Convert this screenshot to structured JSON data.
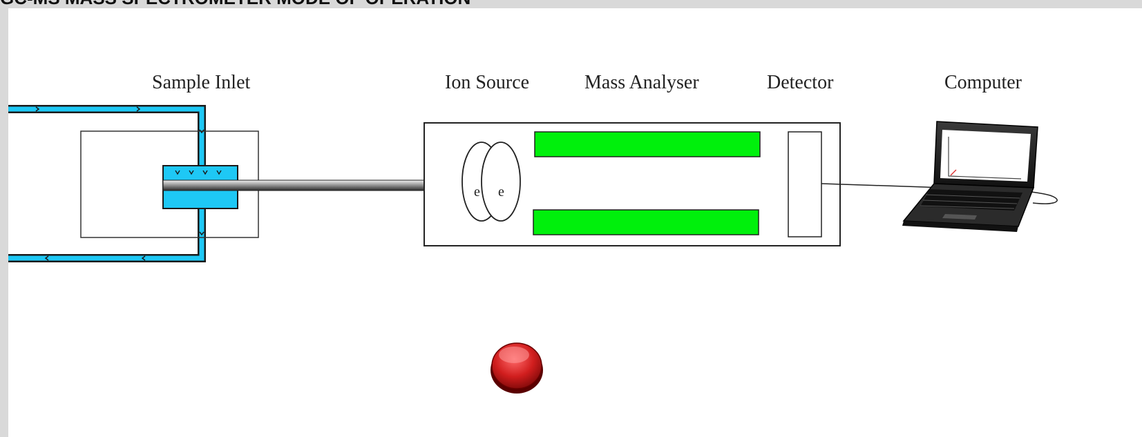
{
  "title": "GC-MS MASS SPECTROMETER MODE OF OPERATION",
  "labels": {
    "sample_inlet": "Sample Inlet",
    "ion_source": "Ion Source",
    "mass_analyser": "Mass Analyser",
    "detector": "Detector",
    "computer": "Computer"
  },
  "ion_source_marks": [
    "e",
    "e"
  ],
  "colors": {
    "flow": "#1ec8f5",
    "analyser_plate": "#00f00c",
    "button": "#cc1f1f"
  }
}
